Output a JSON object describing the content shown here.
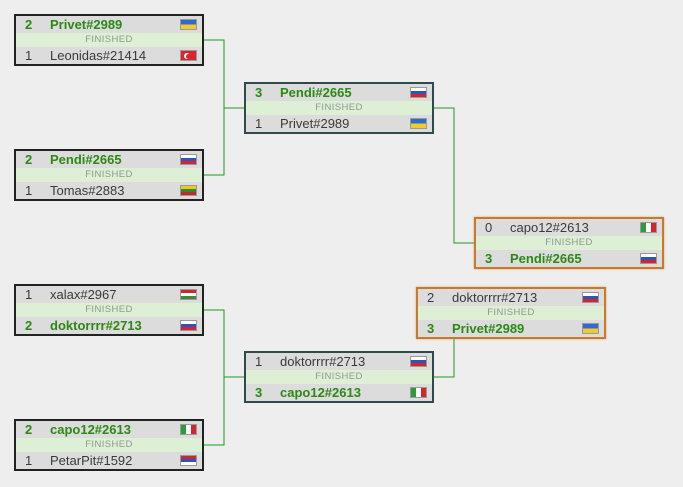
{
  "matches": [
    {
      "id": "r1-m1",
      "status": "FINISHED",
      "players": [
        {
          "score": "2",
          "name": "Privet#2989",
          "winner": true,
          "flag": "ua"
        },
        {
          "score": "1",
          "name": "Leonidas#21414",
          "winner": false,
          "flag": "tr"
        }
      ]
    },
    {
      "id": "r1-m2",
      "status": "FINISHED",
      "players": [
        {
          "score": "2",
          "name": "Pendi#2665",
          "winner": true,
          "flag": "ru"
        },
        {
          "score": "1",
          "name": "Tomas#2883",
          "winner": false,
          "flag": "lt"
        }
      ]
    },
    {
      "id": "r1-m3",
      "status": "FINISHED",
      "players": [
        {
          "score": "1",
          "name": "xalax#2967",
          "winner": false,
          "flag": "hu"
        },
        {
          "score": "2",
          "name": "doktorrrr#2713",
          "winner": true,
          "flag": "ru"
        }
      ]
    },
    {
      "id": "r1-m4",
      "status": "FINISHED",
      "players": [
        {
          "score": "2",
          "name": "capo12#2613",
          "winner": true,
          "flag": "it"
        },
        {
          "score": "1",
          "name": "PetarPit#1592",
          "winner": false,
          "flag": "rs"
        }
      ]
    },
    {
      "id": "r2-m1",
      "status": "FINISHED",
      "players": [
        {
          "score": "3",
          "name": "Pendi#2665",
          "winner": true,
          "flag": "ru"
        },
        {
          "score": "1",
          "name": "Privet#2989",
          "winner": false,
          "flag": "ua"
        }
      ]
    },
    {
      "id": "r2-m2",
      "status": "FINISHED",
      "players": [
        {
          "score": "1",
          "name": "doktorrrr#2713",
          "winner": false,
          "flag": "ru"
        },
        {
          "score": "3",
          "name": "capo12#2613",
          "winner": true,
          "flag": "it"
        }
      ]
    },
    {
      "id": "r3-m1",
      "status": "FINISHED",
      "players": [
        {
          "score": "0",
          "name": "capo12#2613",
          "winner": false,
          "flag": "it"
        },
        {
          "score": "3",
          "name": "Pendi#2665",
          "winner": true,
          "flag": "ru"
        }
      ]
    },
    {
      "id": "r3-m2",
      "status": "FINISHED",
      "players": [
        {
          "score": "2",
          "name": "doktorrrr#2713",
          "winner": false,
          "flag": "ru"
        },
        {
          "score": "3",
          "name": "Privet#2989",
          "winner": true,
          "flag": "ua"
        }
      ]
    }
  ],
  "colors": {
    "winner_text": "#2a8a12",
    "connector": "#1f9a1f",
    "highlight_border": "#c87a2a",
    "status_bg": "#ddf0d6",
    "page_bg": "#eeeeee"
  }
}
